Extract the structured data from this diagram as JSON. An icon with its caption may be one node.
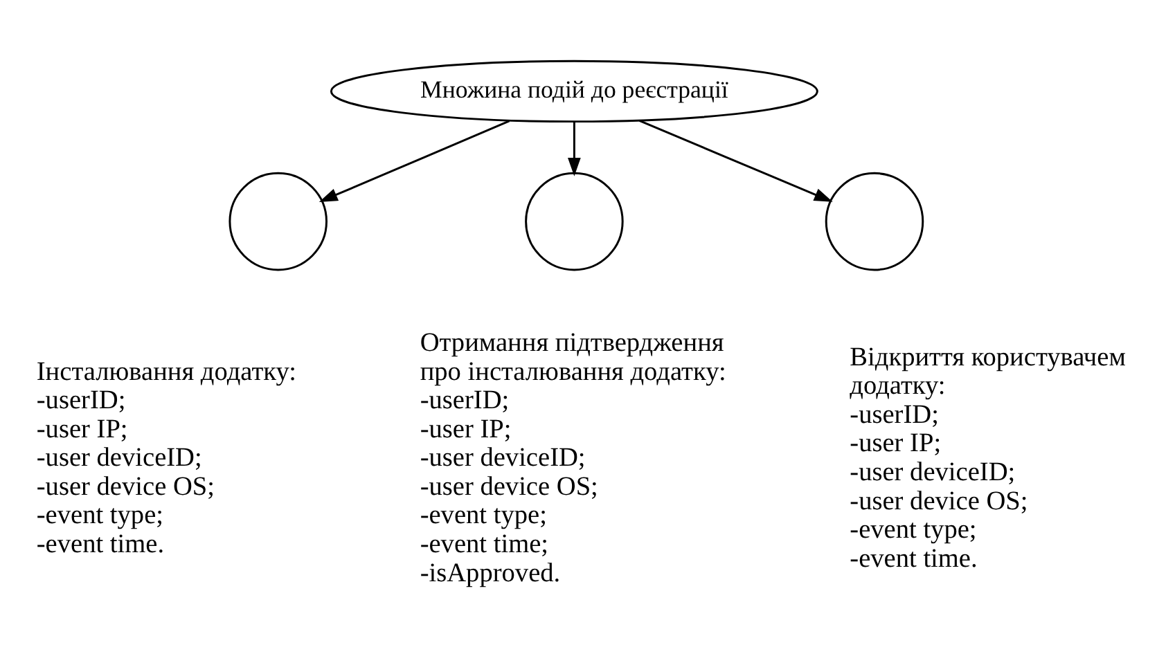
{
  "diagram": {
    "nodes": [
      {
        "text": [
          "Множина подій до реєстрації"
        ]
      },
      {
        "text": [],
        "shape": "circle",
        "beside": [
          "Інсталювання додатку:",
          "-userID;",
          "-user IP;",
          "-user deviceID;",
          "-user device OS;",
          "-event type;",
          "-event time."
        ]
      },
      {
        "text": [],
        "shape": "circle",
        "beside": [
          "Отримання підтвердження про інсталювання додатку:",
          "-userID;",
          "-user IP;",
          "-user deviceID;",
          "-user device OS;",
          "-event type;",
          "-event time;",
          "-isApproved."
        ]
      },
      {
        "text": [],
        "shape": "circle",
        "beside": [
          "Відкриття користувачем додатку:",
          "-userID;",
          "-user IP;",
          "-user deviceID;",
          "-user device OS;",
          "-event type;",
          "-event time."
        ]
      }
    ],
    "edges": [
      {
        "from": 0,
        "to": 1,
        "arrow": "to"
      },
      {
        "from": 0,
        "to": 2,
        "arrow": "to"
      },
      {
        "from": 0,
        "to": 3,
        "arrow": "to"
      }
    ]
  }
}
